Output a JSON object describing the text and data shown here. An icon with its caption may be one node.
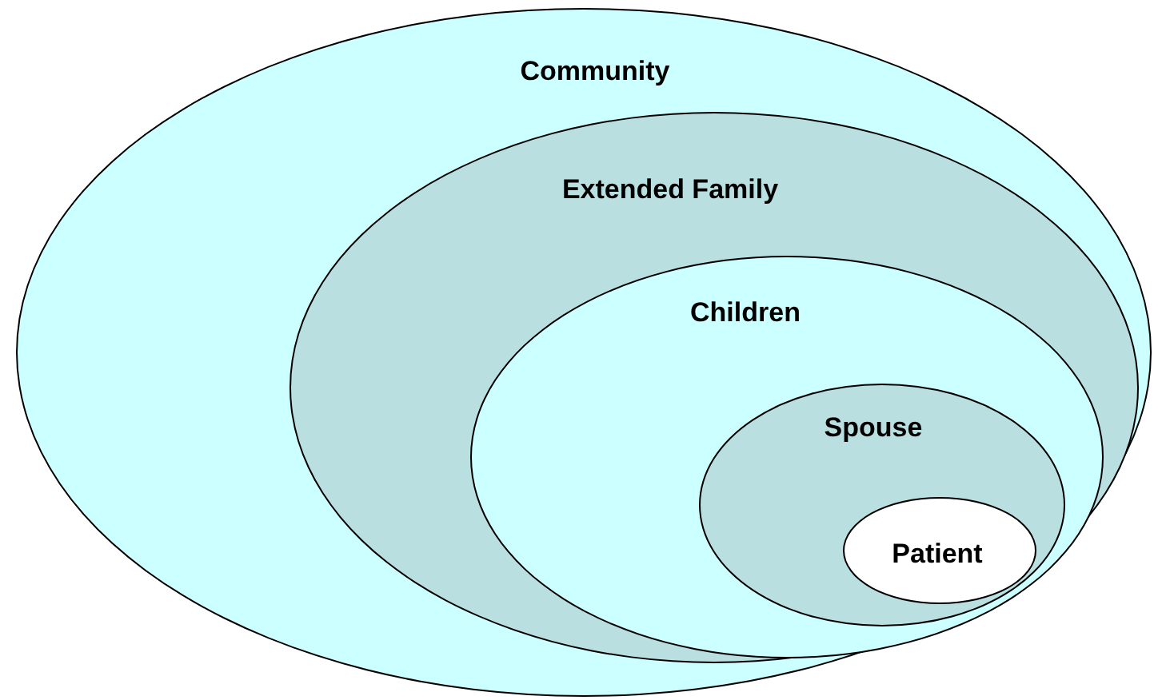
{
  "diagram": {
    "nodes": [
      {
        "text": [
          "Community"
        ]
      },
      {
        "text": [
          "Extended Family"
        ],
        "in": 0
      },
      {
        "text": [
          "Children"
        ],
        "in": 1
      },
      {
        "text": [
          "Spouse"
        ],
        "in": 2
      },
      {
        "text": [
          "Patient"
        ],
        "in": 3
      }
    ]
  }
}
